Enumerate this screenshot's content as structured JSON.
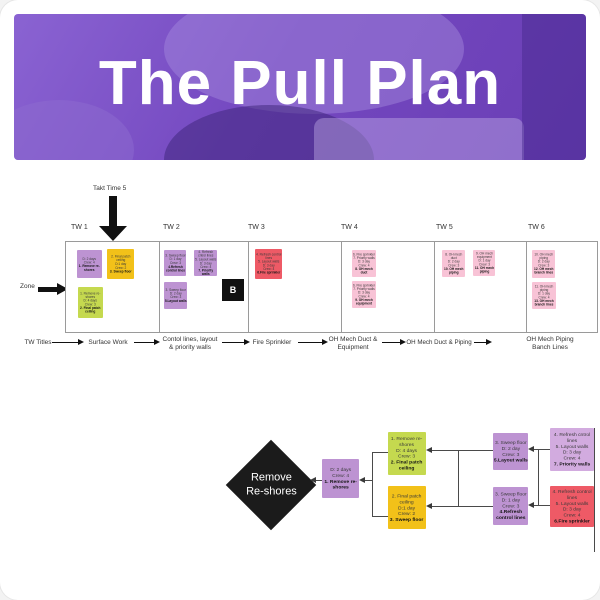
{
  "banner": {
    "title": "The Pull Plan"
  },
  "board": {
    "takt_label": "Takt Time 5",
    "zone_label": "Zone",
    "b_marker": "B",
    "column_headers": [
      "TW 1",
      "TW 2",
      "TW 3",
      "TW 4",
      "TW 5",
      "TW 6"
    ],
    "stickies": [
      {
        "key": "tw1-purple",
        "color": "purple",
        "lines": [
          {
            "t": "D: 2 days",
            "b": false
          },
          {
            "t": "Crew: 4",
            "b": false
          },
          {
            "t": "1. Remove re-shores",
            "b": true
          }
        ]
      },
      {
        "key": "tw1-yellow",
        "color": "yellow",
        "lines": [
          {
            "t": "2. Final patch ceiling",
            "b": false
          },
          {
            "t": "D:1 day",
            "b": false
          },
          {
            "t": "Crew: 2",
            "b": false
          },
          {
            "t": "3. Sweep floor",
            "b": true
          }
        ]
      },
      {
        "key": "tw1-green",
        "color": "green",
        "lines": [
          {
            "t": "1. Remove re-shores",
            "b": false
          },
          {
            "t": "D: 4 days",
            "b": false
          },
          {
            "t": "Crew: 3",
            "b": false
          },
          {
            "t": "2. Final patch ceiling",
            "b": true
          }
        ]
      },
      {
        "key": "tw2-purple-a",
        "color": "purple",
        "lines": [
          {
            "t": "3. Sweep floor",
            "b": false
          },
          {
            "t": "D: 1 day",
            "b": false
          },
          {
            "t": "Crew: 3",
            "b": false
          },
          {
            "t": "4.Refresh control lines",
            "b": true
          }
        ]
      },
      {
        "key": "tw2-purple-b",
        "color": "purple",
        "lines": [
          {
            "t": "4. Refresh cntrol lines",
            "b": false
          },
          {
            "t": "5. Layout walls",
            "b": false
          },
          {
            "t": "D: 3 day",
            "b": false
          },
          {
            "t": "Crew: 4",
            "b": false
          },
          {
            "t": "7. Priority walls",
            "b": true
          }
        ]
      },
      {
        "key": "tw2-purple-c",
        "color": "purple",
        "lines": [
          {
            "t": "3. Sweep floor",
            "b": false
          },
          {
            "t": "D: 2 day",
            "b": false
          },
          {
            "t": "Crew: 3",
            "b": false
          },
          {
            "t": "5.Layout walls",
            "b": true
          }
        ]
      },
      {
        "key": "tw3-red",
        "color": "red",
        "lines": [
          {
            "t": "4. Refresh control lines",
            "b": false
          },
          {
            "t": "5. Layout walls",
            "b": false
          },
          {
            "t": "D: 3 day",
            "b": false
          },
          {
            "t": "Crew: 4",
            "b": false
          },
          {
            "t": "6.Fire sprinkler",
            "b": true
          }
        ]
      },
      {
        "key": "tw4-pink-a",
        "color": "pink",
        "lines": [
          {
            "t": "6. Fire sprinkler",
            "b": false
          },
          {
            "t": "7. Priority walls",
            "b": false
          },
          {
            "t": "D: 3 day",
            "b": false
          },
          {
            "t": "Crew: 4",
            "b": false
          },
          {
            "t": "8. OH mech duct",
            "b": true
          }
        ]
      },
      {
        "key": "tw4-pink-b",
        "color": "pink",
        "lines": [
          {
            "t": "6. Fire sprinkler",
            "b": false
          },
          {
            "t": "7. Priority walls",
            "b": false
          },
          {
            "t": "D: 3 day",
            "b": false
          },
          {
            "t": "Crew: 4",
            "b": false
          },
          {
            "t": "9. OH mech equipment",
            "b": true
          }
        ]
      },
      {
        "key": "tw5-pink-a",
        "color": "pink",
        "lines": [
          {
            "t": "8. OH mech duct",
            "b": false
          },
          {
            "t": "D: 2 day",
            "b": false
          },
          {
            "t": "Crew: 3",
            "b": false
          },
          {
            "t": "10. OH mech piping",
            "b": true
          }
        ]
      },
      {
        "key": "tw5-pink-b",
        "color": "pink",
        "lines": [
          {
            "t": "9. OH mech equipment",
            "b": false
          },
          {
            "t": "D: 1 day",
            "b": false
          },
          {
            "t": "Crew: 3",
            "b": false
          },
          {
            "t": "11. OH mech piping",
            "b": true
          }
        ]
      },
      {
        "key": "tw6-pink-a",
        "color": "pink",
        "lines": [
          {
            "t": "10. OH mech piping",
            "b": false
          },
          {
            "t": "D: 2 day",
            "b": false
          },
          {
            "t": "Crew: 3",
            "b": false
          },
          {
            "t": "12. OH mech branch lines",
            "b": true
          }
        ]
      },
      {
        "key": "tw6-pink-b",
        "color": "pink",
        "lines": [
          {
            "t": "11. OH mech piping",
            "b": false
          },
          {
            "t": "D: 1 day",
            "b": false
          },
          {
            "t": "Crew: 4",
            "b": false
          },
          {
            "t": "13. OH mech branch lines",
            "b": true
          }
        ]
      }
    ]
  },
  "flow": {
    "labels": [
      "TW Titles",
      "Surface Work",
      "Contol lines, layout\n& priority walls",
      "Fire Sprinkler",
      "OH Mech Duct &\nEquipment",
      "OH Mech Duct & Piping",
      "OH Mech Piping\nBanch Lines"
    ]
  },
  "bottom": {
    "diamond_label": "Remove\nRe-shores",
    "stickies": [
      {
        "key": "f-purple-1",
        "color": "purple",
        "lines": [
          {
            "t": "D: 2 days",
            "b": false
          },
          {
            "t": "Crew: 4",
            "b": false
          },
          {
            "t": "1. Remove re-shores",
            "b": true
          }
        ]
      },
      {
        "key": "f-green",
        "color": "green",
        "lines": [
          {
            "t": "1. Remove re-shores",
            "b": false
          },
          {
            "t": "D: 4 days",
            "b": false
          },
          {
            "t": "Crew: 3",
            "b": false
          },
          {
            "t": "2. Final patch ceiling",
            "b": true
          }
        ]
      },
      {
        "key": "f-yellow",
        "color": "yellow",
        "lines": [
          {
            "t": "2. Final patch ceiling",
            "b": false
          },
          {
            "t": "D:1 day",
            "b": false
          },
          {
            "t": "Crew: 2",
            "b": false
          },
          {
            "t": "3. Sweep floor",
            "b": true
          }
        ]
      },
      {
        "key": "f-purple-2",
        "color": "purple",
        "lines": [
          {
            "t": "3. Sweep floor",
            "b": false
          },
          {
            "t": "D: 2 day",
            "b": false
          },
          {
            "t": "Crew: 3",
            "b": false
          },
          {
            "t": "5.Layout walls",
            "b": true
          }
        ]
      },
      {
        "key": "f-purple-3",
        "color": "purple",
        "lines": [
          {
            "t": "3. Sweep floor",
            "b": false
          },
          {
            "t": "D: 1 day",
            "b": false
          },
          {
            "t": "Crew: 3",
            "b": false
          },
          {
            "t": "4.Refresh control lines",
            "b": true
          }
        ]
      },
      {
        "key": "f-lilac",
        "color": "lilac",
        "lines": [
          {
            "t": "4. Refresh cntrol lines",
            "b": false
          },
          {
            "t": "5. Layout walls",
            "b": false
          },
          {
            "t": "D: 3 day",
            "b": false
          },
          {
            "t": "Crew: 4",
            "b": false
          },
          {
            "t": "7. Priority walls",
            "b": true
          }
        ]
      },
      {
        "key": "f-red",
        "color": "red",
        "lines": [
          {
            "t": "4. Refresh control lines",
            "b": false
          },
          {
            "t": "5. Layout walls",
            "b": false
          },
          {
            "t": "D: 3 day",
            "b": false
          },
          {
            "t": "Crew: 4",
            "b": false
          },
          {
            "t": "6.Fire sprinkler",
            "b": true
          }
        ]
      }
    ]
  },
  "colors": {
    "banner_purple": "#7448c0",
    "sticky_purple": "#bd93d2",
    "sticky_lilac": "#d2abdf",
    "sticky_green": "#c5d94f",
    "sticky_yellow": "#f2c119",
    "sticky_red": "#ee5a66",
    "sticky_pink": "#f8c3d6",
    "marker_black": "#111111"
  }
}
